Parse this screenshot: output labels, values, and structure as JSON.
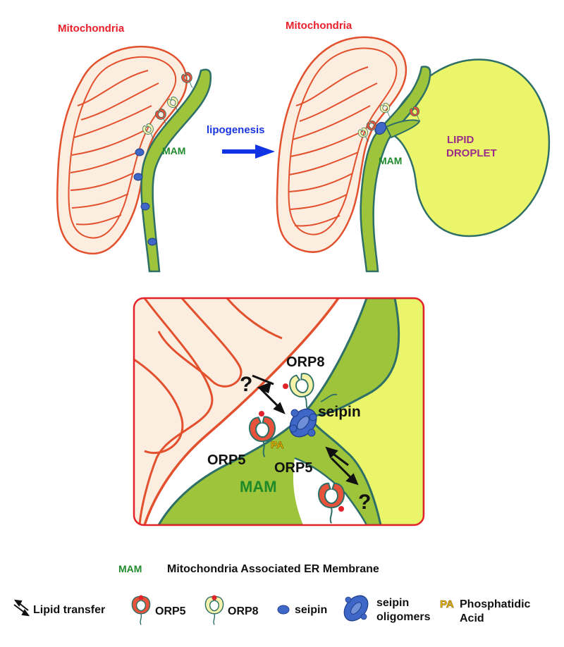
{
  "top_left": {
    "mito_label": "Mitochondria",
    "mam_label": "MAM"
  },
  "arrow": {
    "label": "lipogenesis"
  },
  "top_right": {
    "mito_label": "Mitochondria",
    "mam_label": "MAM",
    "ld_label_1": "LIPID",
    "ld_label_2": "DROPLET"
  },
  "zoom": {
    "orp8_label": "ORP8",
    "seipin_label": "seipin",
    "orp5_label_1": "ORP5",
    "orp5_label_2": "ORP5",
    "mam_label": "MAM",
    "pa_label": "PA",
    "question_1": "?",
    "question_2": "?"
  },
  "legend": {
    "mam_abbrev": "MAM",
    "mam_full": "Mitochondria Associated ER Membrane",
    "lipid_transfer": "Lipid transfer",
    "orp5": "ORP5",
    "orp8": "ORP8",
    "seipin": "seipin",
    "seipin_oligomers_1": "seipin",
    "seipin_oligomers_2": "oligomers",
    "pa_abbrev": "PA",
    "pa_full_1": "Phosphatidic",
    "pa_full_2": "Acid"
  },
  "colors": {
    "mito_fill": "#fbeee0",
    "mito_stroke": "#e2502d",
    "er_fill": "#9dc43a",
    "er_stroke": "#2e6f67",
    "ld_fill": "#eaf56a",
    "seipin": "#3e67c8",
    "orp5": "#e8523a",
    "orp8": "#f6f2a8",
    "arrow": "#1033e6",
    "zoom_border": "#e3232b"
  }
}
